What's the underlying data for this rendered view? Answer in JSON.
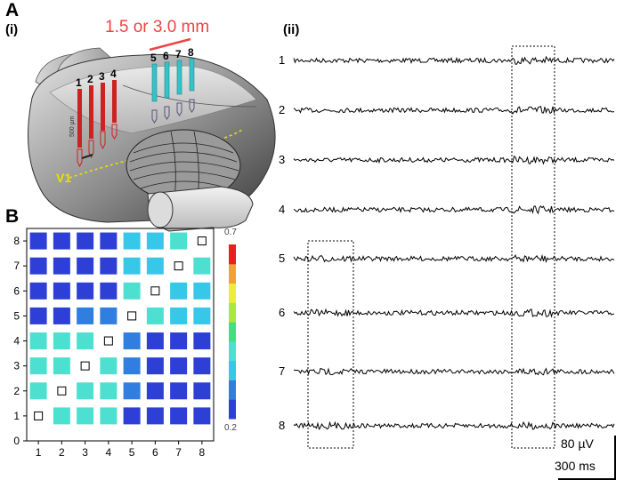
{
  "panel_a": {
    "letter": "A",
    "sub_i": "(i)",
    "sub_ii": "(ii)",
    "depth_annotation": "1.5 or 3.0 mm",
    "scale_annotation": "500 µm",
    "region_label": "V1",
    "red_probe_labels": [
      "1",
      "2",
      "3",
      "4"
    ],
    "cyan_probe_labels": [
      "5",
      "6",
      "7",
      "8"
    ],
    "colors": {
      "red_probe": "#cc2222",
      "cyan_probe": "#35c3c8",
      "annotation": "#ee4444",
      "region": "#e8e000"
    }
  },
  "panel_a_ii": {
    "trace_labels": [
      "1",
      "2",
      "3",
      "4",
      "5",
      "6",
      "7",
      "8"
    ],
    "scale_bar_amplitude": "80 µV",
    "scale_bar_time": "300 ms"
  },
  "panel_b": {
    "letter": "B",
    "colorbar_max_label": "0.7",
    "colorbar_min_label": "0.2",
    "colorbar_colors": [
      "#2e3fd6",
      "#2f7ee0",
      "#37c7e8",
      "#4de0d0",
      "#40e080",
      "#a8e840",
      "#ecec3a",
      "#f5a030",
      "#e82020"
    ]
  },
  "chart_data": {
    "type": "heatmap",
    "x_tick_labels": [
      "1",
      "2",
      "3",
      "4",
      "5",
      "6",
      "7",
      "8"
    ],
    "y_tick_labels": [
      "0",
      "1",
      "2",
      "3",
      "4",
      "5",
      "6",
      "7",
      "8"
    ],
    "xlim": [
      0.5,
      8.5
    ],
    "ylim": [
      0,
      8.5
    ],
    "value_range": [
      0.2,
      0.7
    ],
    "colorbar": "vertical, right",
    "rows_top_to_bottom": [
      {
        "y": 8,
        "values": [
          0.2,
          0.2,
          0.2,
          0.2,
          0.36,
          0.36,
          0.4,
          null
        ]
      },
      {
        "y": 7,
        "values": [
          0.2,
          0.2,
          0.2,
          0.2,
          0.36,
          0.36,
          null,
          0.4
        ]
      },
      {
        "y": 6,
        "values": [
          0.2,
          0.2,
          0.2,
          0.2,
          0.4,
          null,
          0.36,
          0.36
        ]
      },
      {
        "y": 5,
        "values": [
          0.2,
          0.2,
          0.26,
          0.26,
          null,
          0.4,
          0.36,
          0.36
        ]
      },
      {
        "y": 4,
        "values": [
          0.42,
          0.42,
          0.42,
          null,
          0.26,
          0.2,
          0.2,
          0.2
        ]
      },
      {
        "y": 3,
        "values": [
          0.4,
          0.42,
          null,
          0.42,
          0.26,
          0.2,
          0.2,
          0.2
        ]
      },
      {
        "y": 2,
        "values": [
          0.42,
          null,
          0.42,
          0.42,
          0.26,
          0.2,
          0.2,
          0.2
        ]
      },
      {
        "y": 1,
        "values": [
          null,
          0.4,
          0.4,
          0.4,
          0.2,
          0.2,
          0.2,
          0.2
        ]
      }
    ]
  }
}
